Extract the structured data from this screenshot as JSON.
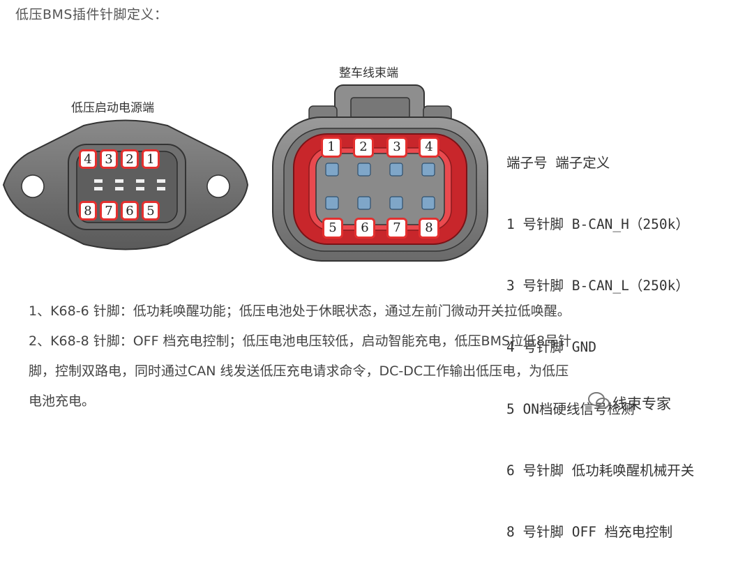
{
  "title": "低压BMS插件针脚定义：",
  "left_connector": {
    "caption": "低压启动电源端",
    "pins_top": [
      "4",
      "3",
      "2",
      "1"
    ],
    "pins_bottom": [
      "8",
      "7",
      "6",
      "5"
    ]
  },
  "right_connector": {
    "caption": "整车线束端",
    "pins_top": [
      "1",
      "2",
      "3",
      "4"
    ],
    "pins_bottom": [
      "5",
      "6",
      "7",
      "8"
    ]
  },
  "legend": {
    "header": "端子号 端子定义",
    "rows": [
      "1 号针脚 B-CAN_H（250k）",
      "3 号针脚 B-CAN_L（250k）",
      "4 号针脚 GND",
      "5 ON档硬线信号检测",
      "6 号针脚 低功耗唤醒机械开关",
      "8 号针脚 OFF 档充电控制"
    ]
  },
  "notes": [
    "1、K68-6 针脚：低功耗唤醒功能；低压电池处于休眠状态，通过左前门微动开关拉低唤醒。",
    "2、K68-8 针脚：OFF 档充电控制；低压电池电压较低，启动智能充电，低压BMS拉低8号针",
    "脚，控制双路电，同时通过CAN 线发送低压充电请求命令，DC-DC工作输出低压电，为低压",
    "电池充电。"
  ],
  "watermark": "线束专家",
  "colors": {
    "accent_red": "#e3302f",
    "housing_gray": "#6b6b6b",
    "seal_red": "#c8262b"
  }
}
